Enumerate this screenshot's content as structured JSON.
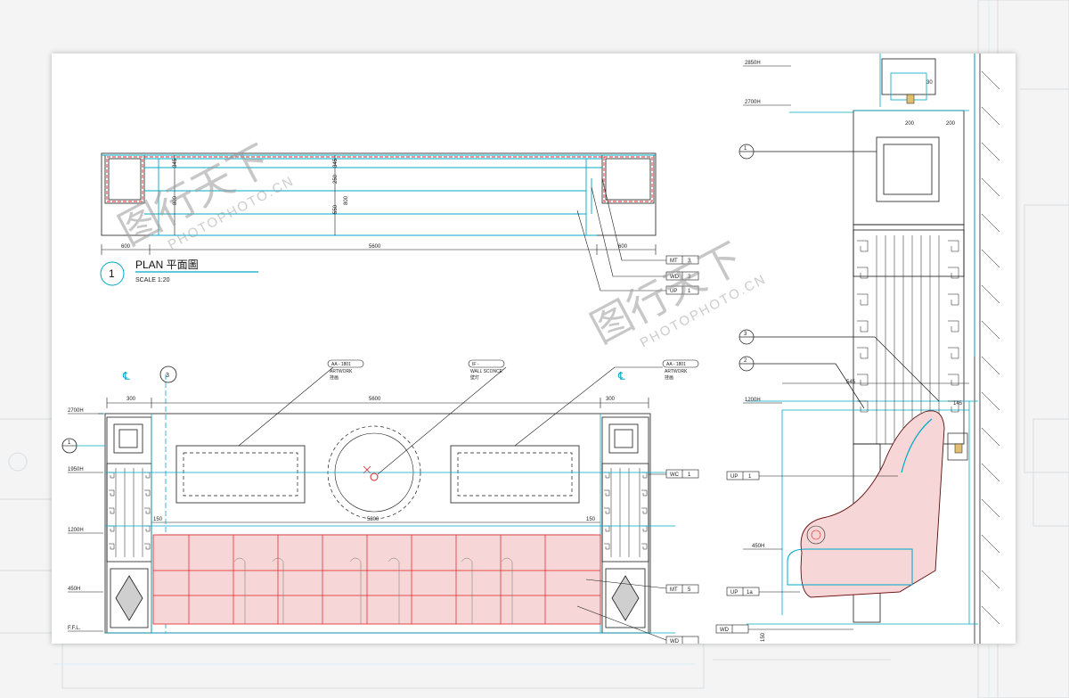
{
  "plan": {
    "title": "PLAN 平面圖",
    "scale": "SCALE 1:20",
    "ref_number": "1",
    "dims": {
      "left_width": "600",
      "right_width": "600",
      "total_width": "5600",
      "depth_a": "345",
      "depth_b": "800",
      "depth_c": "250",
      "depth_d": "550"
    },
    "tags": [
      {
        "code": "MT",
        "num": "3"
      },
      {
        "code": "WD",
        "num": "3"
      },
      {
        "code": "UP",
        "num": "1"
      }
    ]
  },
  "elevation": {
    "grid_ref": "3",
    "centerline_symbol": "℄",
    "dims": {
      "side_left": "300",
      "side_right": "300",
      "overall": "5600",
      "inner": "5300",
      "left_inset": "150",
      "right_inset": "150"
    },
    "levels": [
      "2700H",
      "1950H",
      "1200H",
      "450H",
      "F.F.L."
    ],
    "callouts": [
      {
        "code": "AA - 1801",
        "sub": "ARTWORK",
        "cn": "挂画"
      },
      {
        "code": "IF - ",
        "sub": "WALL SCONCE",
        "cn": "壁灯"
      },
      {
        "code": "AA - 1801",
        "sub": "ARTWORK",
        "cn": "挂画"
      }
    ],
    "tags": [
      {
        "code": "WC",
        "num": "1"
      },
      {
        "code": "MT",
        "num": "5"
      },
      {
        "code": "WD",
        "num": ""
      }
    ],
    "section_ref": "1"
  },
  "section": {
    "levels": [
      "2850H",
      "2700H",
      "1200H",
      "450H"
    ],
    "dims": {
      "top_a": "30",
      "top_w1": "200",
      "top_w2": "200",
      "seat_depth": "545",
      "seat_back": "145",
      "seat_h": "150"
    },
    "markers": [
      "1",
      "3",
      "2"
    ],
    "tags": [
      {
        "code": "UP",
        "num": "1"
      },
      {
        "code": "UP",
        "num": "1a"
      },
      {
        "code": "WD",
        "num": ""
      }
    ]
  },
  "watermark": {
    "logo": "图行天下",
    "url": "PHOTOPHOTO.CN"
  },
  "colors": {
    "line": "#1a1a1a",
    "cyan": "#00a8c8",
    "red": "#e02020",
    "paper": "#ffffff"
  }
}
